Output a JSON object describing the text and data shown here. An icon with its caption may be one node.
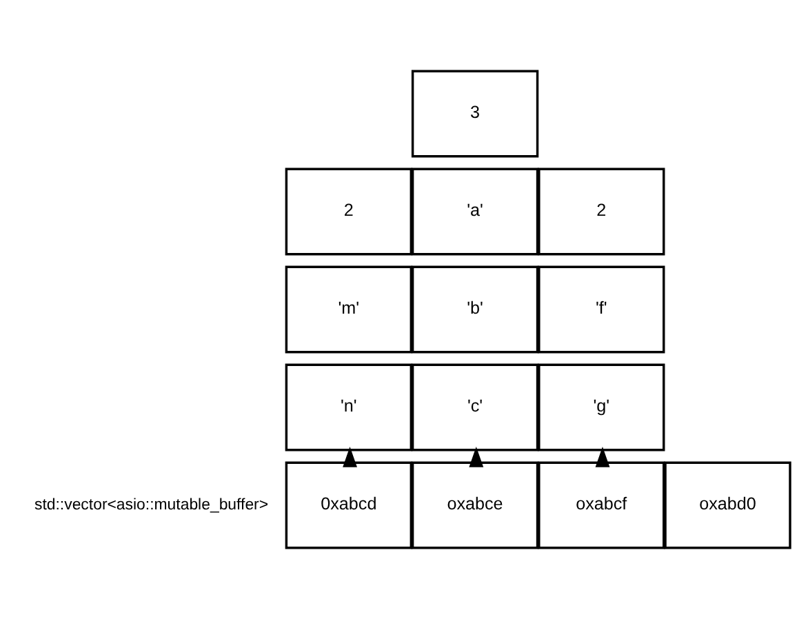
{
  "diagram": {
    "nodes": [
      {
        "text": [
          "2"
        ]
      },
      {
        "text": [
          "'m'"
        ]
      },
      {
        "text": [
          "'n'"
        ]
      },
      {
        "text": [
          "3"
        ]
      },
      {
        "text": [
          "'a'"
        ]
      },
      {
        "text": [
          "'b'"
        ]
      },
      {
        "text": [
          "'c'"
        ]
      },
      {
        "text": [
          "2"
        ]
      },
      {
        "text": [
          "'f'"
        ]
      },
      {
        "text": [
          "'g'"
        ]
      },
      {
        "text": [
          "0xabcd"
        ]
      },
      {
        "text": [
          "oxabce"
        ]
      },
      {
        "text": [
          "oxabcf"
        ]
      },
      {
        "text": [
          "oxabd0"
        ]
      }
    ],
    "edges": [
      {
        "from": 10,
        "to": 2,
        "arrow": "to"
      },
      {
        "from": 11,
        "to": 6,
        "arrow": "to"
      },
      {
        "from": 12,
        "to": 9,
        "arrow": "to"
      }
    ],
    "labels": [
      "std::vector<asio::mutable_buffer>"
    ]
  }
}
